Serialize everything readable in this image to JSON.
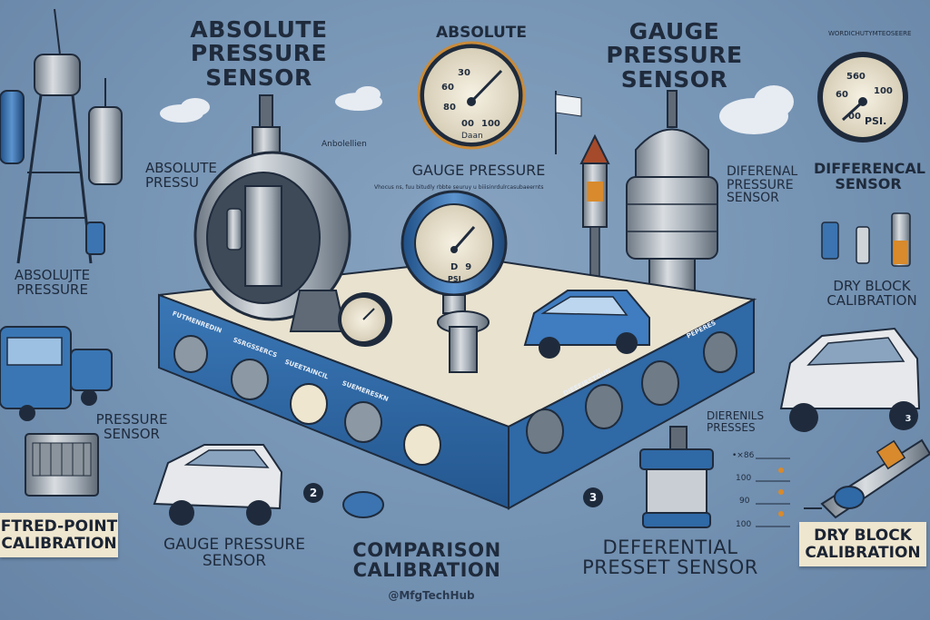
{
  "labels": {
    "absolute_pressure_sensor_title": "ABSOLUTE\nPRESSURE\nSENSOR",
    "absolute_gauge_title": "ABSOLUTE",
    "gauge_pressure_sensor_title": "GAUGE\nPRESSURE\nSENSOR",
    "small_top_right": "WORDICHUTYMTEOSEERE",
    "absolute_pressu": "ABSOLUTE\nPRESSU",
    "absolute_small": "Anbolellien",
    "gauge_pressure_mid": "GAUGE PRESSURE",
    "tiny_strip": "Vhocus ns, fuu bitudly rbbte seuruy u biiisinrdulrcasubaeernts",
    "diferenal_pressure_sensor": "DIFERENAL\nPRESSURE\nSENSOR",
    "differencal_sensor": "DIFFERENCAL\nSENSOR",
    "absolujte_pressure": "ABSOLUJTE\nPRESSURE",
    "dry_block_calibration_right": "DRY BLOCK\nCALIBRATION",
    "pressure_sensor_left": "PRESSURE\nSENSOR",
    "diferenls_presses": "DIERENILS\nPRESSES",
    "gauge_pressure_sensor_bottom": "GAUGE PRESSURE\nSENSOR",
    "comparison_calibration": "COMPARISON\nCALIBRATION",
    "deferential_presset_sensor": "DEFERENTIAL\nPRESSET SENSOR",
    "handle": "@MfgTechHub"
  },
  "tags": {
    "fixed_point": "FTRED-POINT\nCALIBRATION",
    "dry_block_bottom": "DRY BLOCK\nCALIBRATION"
  },
  "numbers": {
    "n2": "2",
    "n3_mid": "3",
    "n3_right": "3"
  },
  "gauges": {
    "absolute": {
      "ticks": [
        "60",
        "30",
        "80",
        "00",
        "100"
      ],
      "readout": "Daan"
    },
    "top_right": {
      "ticks": [
        "560",
        "100",
        "60",
        "00"
      ],
      "readout": "PSI."
    },
    "blue_center": {
      "readout": "PSI",
      "reading": "D9"
    }
  },
  "scale_right": {
    "values": [
      "•×86",
      "100",
      "90",
      "100"
    ]
  },
  "panel_strips": {
    "front": [
      "FUTMENREDIN",
      "SSRGSSERCS",
      "SUEETAINCIL",
      "SUEMERESKN"
    ],
    "right": [
      "DIEEFIRSTOUN",
      "PEPERES"
    ]
  },
  "colors": {
    "background": "#7593b3",
    "panel_blue": "#2e6aa8",
    "panel_top": "#e9e2cf",
    "ink": "#1f2b3c",
    "tag": "#efe6cf",
    "orange": "#d88a2c"
  }
}
